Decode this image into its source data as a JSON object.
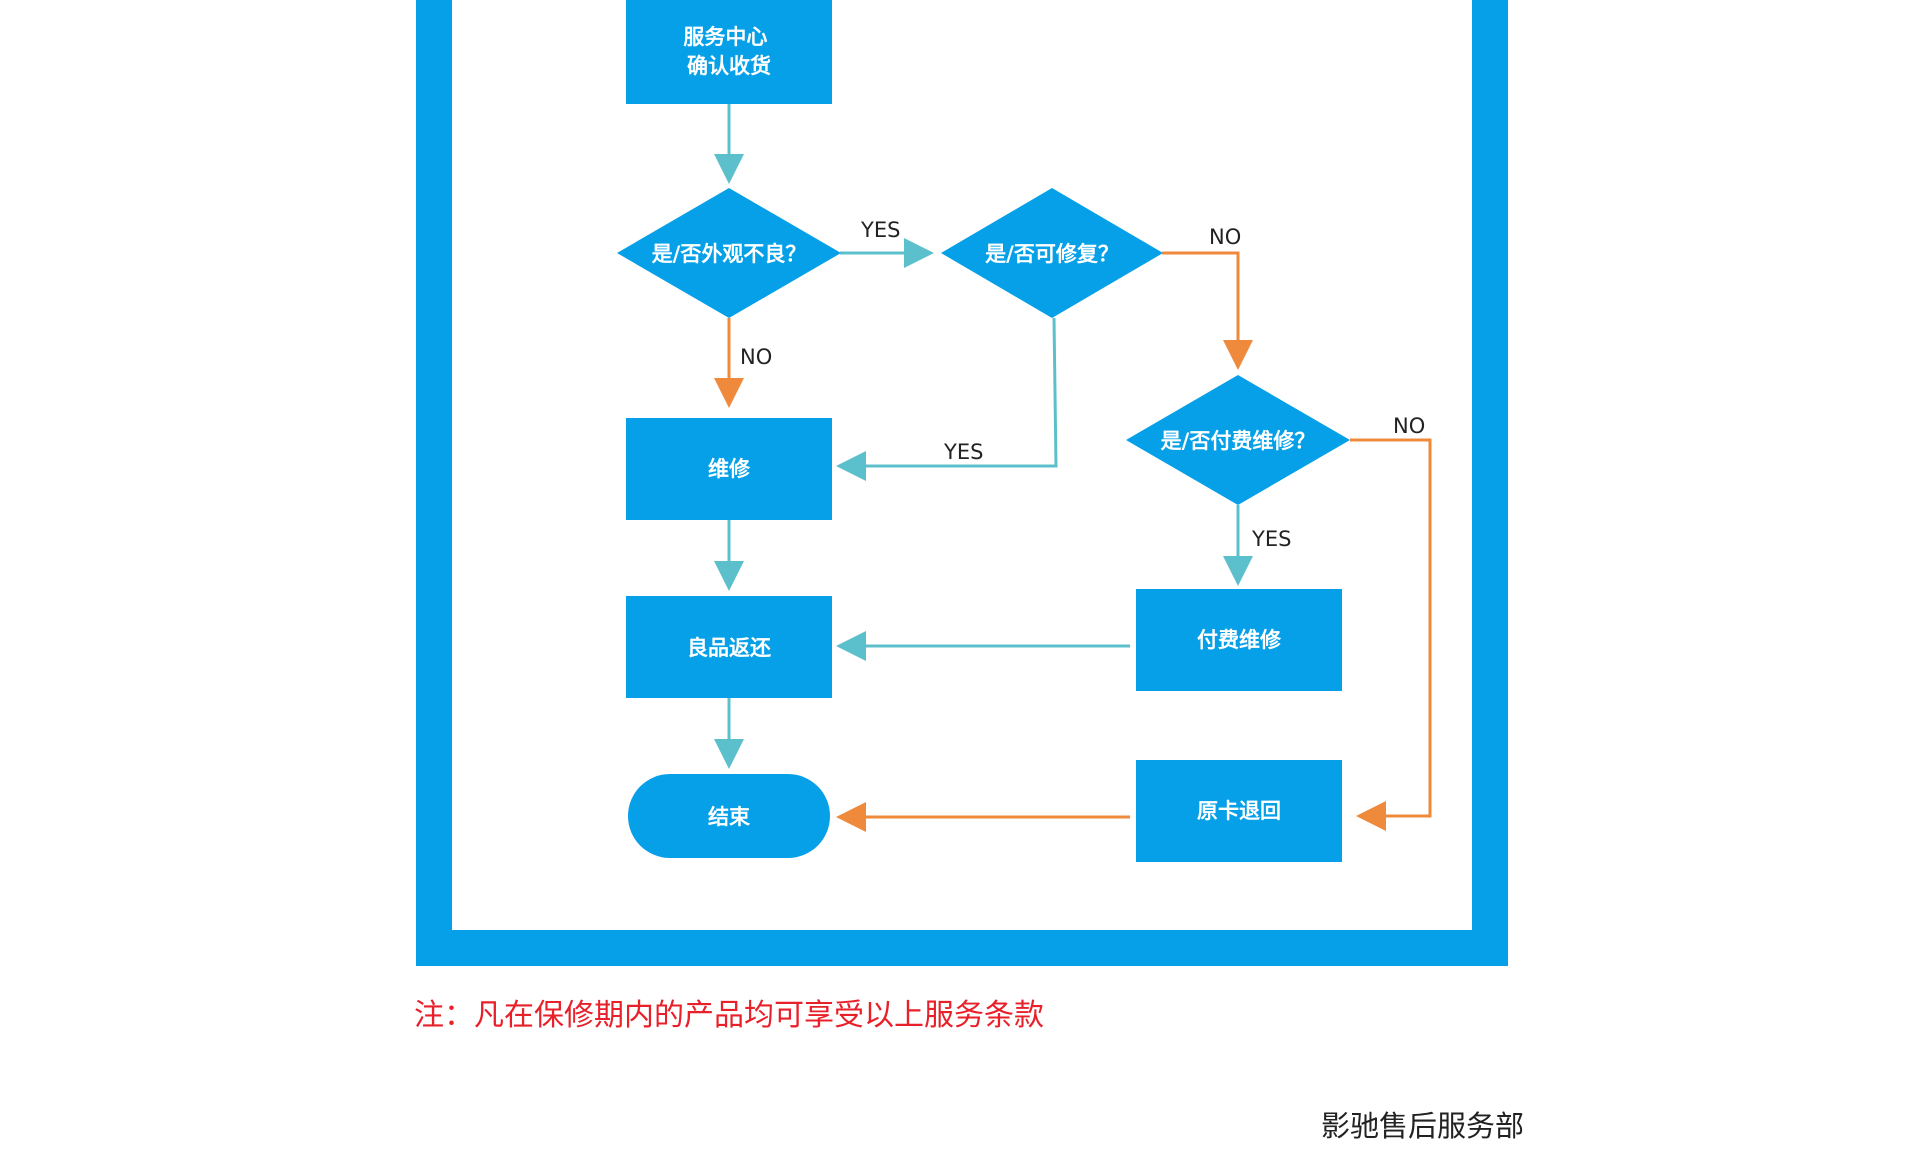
{
  "colors": {
    "frame": "#05a0e8",
    "node": "#05a0e8",
    "edge_yes": "#5cc0cc",
    "edge_no": "#ef8a3c",
    "note": "#e8202a"
  },
  "nodes": {
    "confirm_receipt": [
      "服务中心",
      "确认收货"
    ],
    "check_appearance": "是/否外观不良？",
    "check_repairable": "是/否可修复？",
    "repair": "维修",
    "check_paid": "是/否付费维修？",
    "return_good": "良品返还",
    "paid_repair": "付费维修",
    "end": "结束",
    "return_original": "原卡退回"
  },
  "edges": {
    "appearance_to_repairable": "YES",
    "repairable_to_paid": "NO",
    "appearance_to_repair": "NO",
    "repairable_to_repair": "YES",
    "paid_to_return_original": "NO",
    "paid_to_paid_repair": "YES"
  },
  "note": "注：凡在保修期内的产品均可享受以上服务条款",
  "department": "影驰售后服务部"
}
